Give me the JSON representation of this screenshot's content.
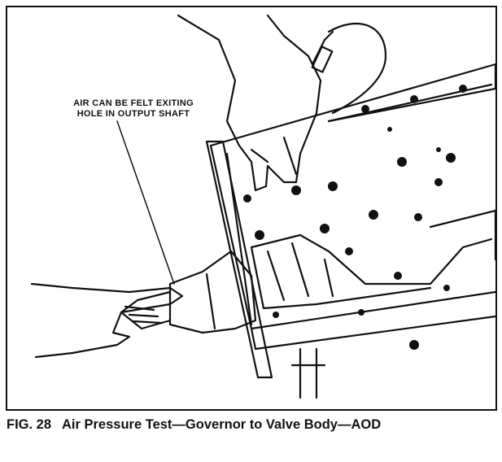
{
  "figure": {
    "callout_line1": "AIR CAN BE FELT EXITING",
    "callout_line2": "HOLE IN OUTPUT SHAFT",
    "illustration": "air-pressure-test-drawing"
  },
  "caption": {
    "number": "FIG. 28",
    "title": "Air Pressure Test—Governor to Valve Body—AOD"
  }
}
